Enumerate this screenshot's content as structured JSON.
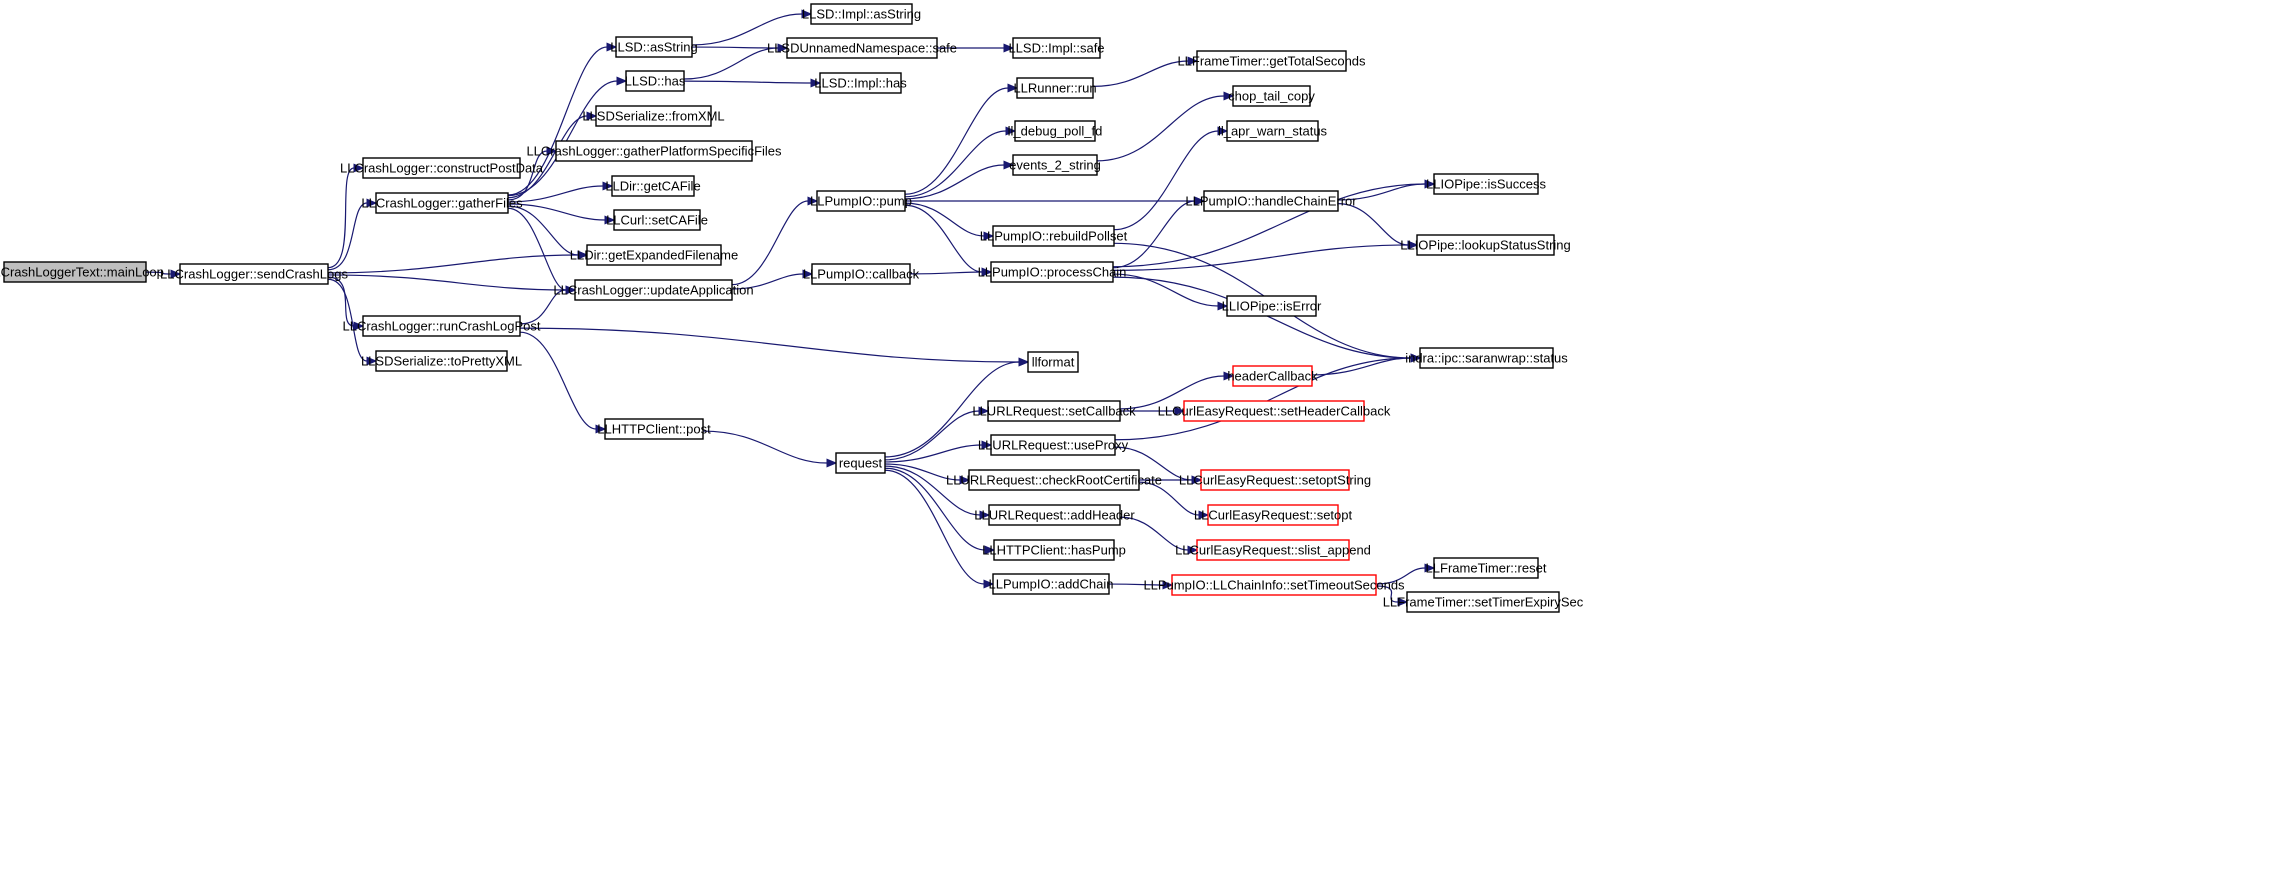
{
  "graph": {
    "edge_color": "#191970",
    "root_fill": "#bfbfbf",
    "truncated_border_color": "#ff0000",
    "nodes": [
      {
        "id": "mainLoop",
        "label": "LLCrashLoggerText::mainLoop",
        "style": "root"
      },
      {
        "id": "sendCrashLogs",
        "label": "LLCrashLogger::sendCrashLogs"
      },
      {
        "id": "constructPostData",
        "label": "LLCrashLogger::constructPostData"
      },
      {
        "id": "gatherFiles",
        "label": "LLCrashLogger::gatherFiles"
      },
      {
        "id": "runCrashLogPost",
        "label": "LLCrashLogger::runCrashLogPost"
      },
      {
        "id": "toPrettyXML",
        "label": "LLSDSerialize::toPrettyXML"
      },
      {
        "id": "asString",
        "label": "LLSD::asString"
      },
      {
        "id": "has",
        "label": "LLSD::has"
      },
      {
        "id": "fromXML",
        "label": "LLSDSerialize::fromXML"
      },
      {
        "id": "gatherPlatform",
        "label": "LLCrashLogger::gatherPlatformSpecificFiles"
      },
      {
        "id": "getCAFile",
        "label": "LLDir::getCAFile"
      },
      {
        "id": "setCAFile",
        "label": "LLCurl::setCAFile"
      },
      {
        "id": "getExpandedFilename",
        "label": "LLDir::getExpandedFilename"
      },
      {
        "id": "updateApplication",
        "label": "LLCrashLogger::updateApplication"
      },
      {
        "id": "implAsString",
        "label": "LLSD::Impl::asString"
      },
      {
        "id": "safe",
        "label": "LLSDUnnamedNamespace::safe"
      },
      {
        "id": "implSafe",
        "label": "LLSD::Impl::safe"
      },
      {
        "id": "implHas",
        "label": "LLSD::Impl::has"
      },
      {
        "id": "pump",
        "label": "LLPumpIO::pump"
      },
      {
        "id": "callback",
        "label": "LLPumpIO::callback"
      },
      {
        "id": "httpPost",
        "label": "LLHTTPClient::post"
      },
      {
        "id": "request",
        "label": "request"
      },
      {
        "id": "llformat",
        "label": "llformat"
      },
      {
        "id": "runnerRun",
        "label": "LLRunner::run"
      },
      {
        "id": "debugPollFd",
        "label": "ll_debug_poll_fd"
      },
      {
        "id": "events2string",
        "label": "events_2_string"
      },
      {
        "id": "rebuildPollset",
        "label": "LLPumpIO::rebuildPollset"
      },
      {
        "id": "processChain",
        "label": "LLPumpIO::processChain"
      },
      {
        "id": "handleChainError",
        "label": "LLPumpIO::handleChainError"
      },
      {
        "id": "getTotalSeconds",
        "label": "LLFrameTimer::getTotalSeconds"
      },
      {
        "id": "chopTailCopy",
        "label": "chop_tail_copy"
      },
      {
        "id": "aprWarnStatus",
        "label": "ll_apr_warn_status"
      },
      {
        "id": "isSuccess",
        "label": "LLIOPipe::isSuccess"
      },
      {
        "id": "lookupStatusString",
        "label": "LLIOPipe::lookupStatusString"
      },
      {
        "id": "isError",
        "label": "LLIOPipe::isError"
      },
      {
        "id": "saranwrapStatus",
        "label": "indra::ipc::saranwrap::status"
      },
      {
        "id": "setCallback",
        "label": "LLURLRequest::setCallback"
      },
      {
        "id": "useProxy",
        "label": "LLURLRequest::useProxy"
      },
      {
        "id": "checkRootCertificate",
        "label": "LLURLRequest::checkRootCertificate"
      },
      {
        "id": "addHeader",
        "label": "LLURLRequest::addHeader"
      },
      {
        "id": "hasPump",
        "label": "LLHTTPClient::hasPump"
      },
      {
        "id": "addChain",
        "label": "LLPumpIO::addChain"
      },
      {
        "id": "headerCallback",
        "label": "headerCallback",
        "style": "truncated"
      },
      {
        "id": "setHeaderCallback",
        "label": "LLCurlEasyRequest::setHeaderCallback",
        "style": "truncated"
      },
      {
        "id": "setoptString",
        "label": "LLCurlEasyRequest::setoptString",
        "style": "truncated"
      },
      {
        "id": "setopt",
        "label": "LLCurlEasyRequest::setopt",
        "style": "truncated"
      },
      {
        "id": "slistAppend",
        "label": "LLCurlEasyRequest::slist_append",
        "style": "truncated"
      },
      {
        "id": "setTimeoutSeconds",
        "label": "LLPumpIO::LLChainInfo::setTimeoutSeconds",
        "style": "truncated"
      },
      {
        "id": "timerReset",
        "label": "LLFrameTimer::reset"
      },
      {
        "id": "setTimerExpirySec",
        "label": "LLFrameTimer::setTimerExpirySec"
      }
    ],
    "edges": [
      [
        "mainLoop",
        "sendCrashLogs"
      ],
      [
        "sendCrashLogs",
        "constructPostData"
      ],
      [
        "sendCrashLogs",
        "gatherFiles"
      ],
      [
        "sendCrashLogs",
        "getExpandedFilename"
      ],
      [
        "sendCrashLogs",
        "updateApplication"
      ],
      [
        "sendCrashLogs",
        "runCrashLogPost"
      ],
      [
        "sendCrashLogs",
        "toPrettyXML"
      ],
      [
        "gatherFiles",
        "asString"
      ],
      [
        "gatherFiles",
        "has"
      ],
      [
        "gatherFiles",
        "fromXML"
      ],
      [
        "gatherFiles",
        "gatherPlatform"
      ],
      [
        "gatherFiles",
        "getCAFile"
      ],
      [
        "gatherFiles",
        "setCAFile"
      ],
      [
        "gatherFiles",
        "getExpandedFilename"
      ],
      [
        "gatherFiles",
        "updateApplication"
      ],
      [
        "runCrashLogPost",
        "updateApplication"
      ],
      [
        "runCrashLogPost",
        "llformat"
      ],
      [
        "runCrashLogPost",
        "httpPost"
      ],
      [
        "asString",
        "implAsString"
      ],
      [
        "asString",
        "safe"
      ],
      [
        "has",
        "safe"
      ],
      [
        "has",
        "implHas"
      ],
      [
        "safe",
        "implSafe"
      ],
      [
        "updateApplication",
        "pump"
      ],
      [
        "updateApplication",
        "callback"
      ],
      [
        "callback",
        "processChain"
      ],
      [
        "httpPost",
        "request"
      ],
      [
        "pump",
        "runnerRun"
      ],
      [
        "pump",
        "debugPollFd"
      ],
      [
        "pump",
        "events2string"
      ],
      [
        "pump",
        "handleChainError"
      ],
      [
        "pump",
        "rebuildPollset"
      ],
      [
        "pump",
        "processChain"
      ],
      [
        "runnerRun",
        "getTotalSeconds"
      ],
      [
        "events2string",
        "chopTailCopy"
      ],
      [
        "rebuildPollset",
        "aprWarnStatus"
      ],
      [
        "rebuildPollset",
        "saranwrapStatus"
      ],
      [
        "processChain",
        "isSuccess"
      ],
      [
        "processChain",
        "handleChainError"
      ],
      [
        "processChain",
        "lookupStatusString"
      ],
      [
        "processChain",
        "isError"
      ],
      [
        "processChain",
        "saranwrapStatus"
      ],
      [
        "handleChainError",
        "isSuccess"
      ],
      [
        "handleChainError",
        "lookupStatusString"
      ],
      [
        "request",
        "llformat"
      ],
      [
        "request",
        "setCallback"
      ],
      [
        "request",
        "useProxy"
      ],
      [
        "request",
        "checkRootCertificate"
      ],
      [
        "request",
        "addHeader"
      ],
      [
        "request",
        "hasPump"
      ],
      [
        "request",
        "addChain"
      ],
      [
        "setCallback",
        "headerCallback"
      ],
      [
        "setCallback",
        "setHeaderCallback"
      ],
      [
        "headerCallback",
        "saranwrapStatus"
      ],
      [
        "useProxy",
        "saranwrapStatus"
      ],
      [
        "useProxy",
        "setoptString"
      ],
      [
        "checkRootCertificate",
        "setoptString"
      ],
      [
        "checkRootCertificate",
        "setopt"
      ],
      [
        "addHeader",
        "slistAppend"
      ],
      [
        "addChain",
        "setTimeoutSeconds"
      ],
      [
        "setTimeoutSeconds",
        "timerReset"
      ],
      [
        "setTimeoutSeconds",
        "setTimerExpirySec"
      ]
    ]
  }
}
